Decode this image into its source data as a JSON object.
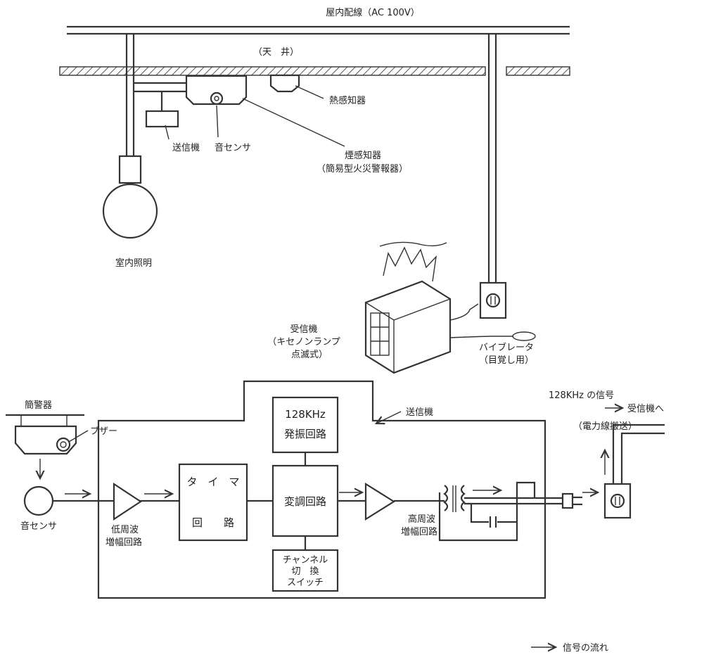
{
  "upper": {
    "wiring_label": "屋内配線（AC 100V）",
    "ceiling_label": "（天　井）",
    "heat_detector": "熱感知器",
    "transmitter": "送信機",
    "sound_sensor": "音センサ",
    "smoke_detector_line1": "煙感知器",
    "smoke_detector_line2": "（簡易型火災警報器）",
    "room_light": "室内照明",
    "receiver_line1": "受信機",
    "receiver_line2": "（キセノンランプ",
    "receiver_line3": "点滅式）",
    "vibrator_line1": "バイブレータ",
    "vibrator_line2": "（目覚し用）"
  },
  "lower": {
    "signal_128": "128KHz の信号",
    "to_receiver": "受信機へ",
    "powerline": "（電力線搬送）",
    "simple_alarm": "簡警器",
    "buzzer": "ブザー",
    "transmitter": "送信機",
    "osc_line1": "128KHz",
    "osc_line2": "発振回路",
    "timer_line1": "タ　イ　マ",
    "timer_line2": "回　　路",
    "modulator": "変調回路",
    "sound_sensor": "音センサ",
    "lf_line1": "低周波",
    "lf_line2": "増幅回路",
    "hf_line1": "高周波",
    "hf_line2": "増幅回路",
    "ch_line1": "チャンネル",
    "ch_line2": "切　換",
    "ch_line3": "スイッチ",
    "legend": "信号の流れ"
  }
}
